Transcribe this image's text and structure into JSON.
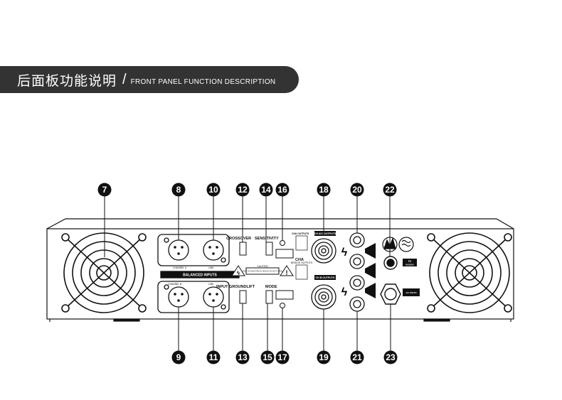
{
  "header": {
    "title_cn": "后面板功能说明",
    "separator": "/",
    "title_en": "FRONT PANEL FUNCTION DESCRIPTION"
  },
  "callouts_top": [
    "7",
    "8",
    "10",
    "12",
    "14",
    "16",
    "18",
    "20",
    "22"
  ],
  "callouts_bottom": [
    "9",
    "11",
    "13",
    "15",
    "17",
    "19",
    "21",
    "23"
  ],
  "panel": {
    "crossover": "CROSSOVER",
    "sensitivity": "SENSITIVITY",
    "input_groundlift": "INPUT GROUNDLIFT",
    "mode": "MODE",
    "channel_a": "CHANNEL A",
    "channel_b": "CHANNEL B",
    "link": "LINK",
    "balanced_inputs": "BALANCED INPUTS",
    "cha_outputs": "CHA OUTPUTS",
    "cha": "CHA",
    "bridge_outputs": "BRIDGE OUTPUTS",
    "ch_ac_outputs": "CH A/C OUTPUTS",
    "ch_b_outputs": "CH B OUTPUTS",
    "caution": "CAUTION",
    "caution_text": "RISK OF ELECTRICAL SHOCK DO NOT OPEN",
    "fuse": "F3",
    "fuse_rating": "6A/250V",
    "ac_label": "AC VOLTS"
  }
}
